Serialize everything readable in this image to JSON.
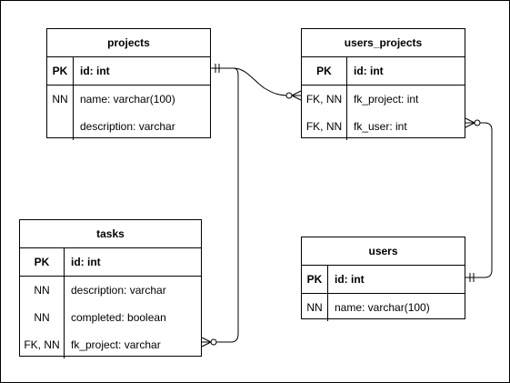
{
  "entities": {
    "projects": {
      "name": "projects",
      "rows": [
        {
          "key": "PK",
          "field": "id: int"
        },
        {
          "key": "NN",
          "field": "name: varchar(100)"
        },
        {
          "key": "",
          "field": "description: varchar"
        }
      ]
    },
    "users_projects": {
      "name": "users_projects",
      "rows": [
        {
          "key": "PK",
          "field": "id: int"
        },
        {
          "key": "FK, NN",
          "field": "fk_project: int"
        },
        {
          "key": "FK, NN",
          "field": "fk_user: int"
        }
      ]
    },
    "tasks": {
      "name": "tasks",
      "rows": [
        {
          "key": "PK",
          "field": "id: int"
        },
        {
          "key": "NN",
          "field": "description: varchar"
        },
        {
          "key": "NN",
          "field": "completed: boolean"
        },
        {
          "key": "FK, NN",
          "field": "fk_project: varchar"
        }
      ]
    },
    "users": {
      "name": "users",
      "rows": [
        {
          "key": "PK",
          "field": "id: int"
        },
        {
          "key": "NN",
          "field": "name: varchar(100)"
        }
      ]
    }
  },
  "relationships": [
    {
      "from": "projects.id",
      "to": "users_projects.fk_project",
      "from_end": "one-and-only-one",
      "to_end": "zero-or-many"
    },
    {
      "from": "projects.id",
      "to": "tasks.fk_project",
      "from_end": "one-and-only-one",
      "to_end": "zero-or-many"
    },
    {
      "from": "users.id",
      "to": "users_projects.fk_user",
      "from_end": "one-and-only-one",
      "to_end": "zero-or-many"
    }
  ]
}
